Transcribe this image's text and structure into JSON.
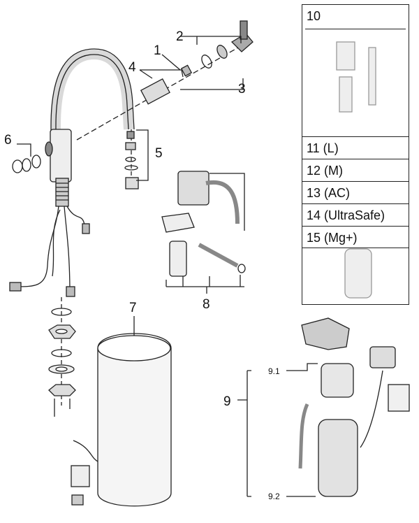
{
  "parts": {
    "p1": "1",
    "p2": "2",
    "p3": "3",
    "p4": "4",
    "p5": "5",
    "p6": "6",
    "p7": "7",
    "p8": "8",
    "p9": "9",
    "p9_1": "9.1",
    "p9_2": "9.2"
  },
  "legend": {
    "header": "10",
    "items": [
      "11 (L)",
      "12 (M)",
      "13 (AC)",
      "14 (UltraSafe)",
      "15 (Mg+)"
    ]
  }
}
